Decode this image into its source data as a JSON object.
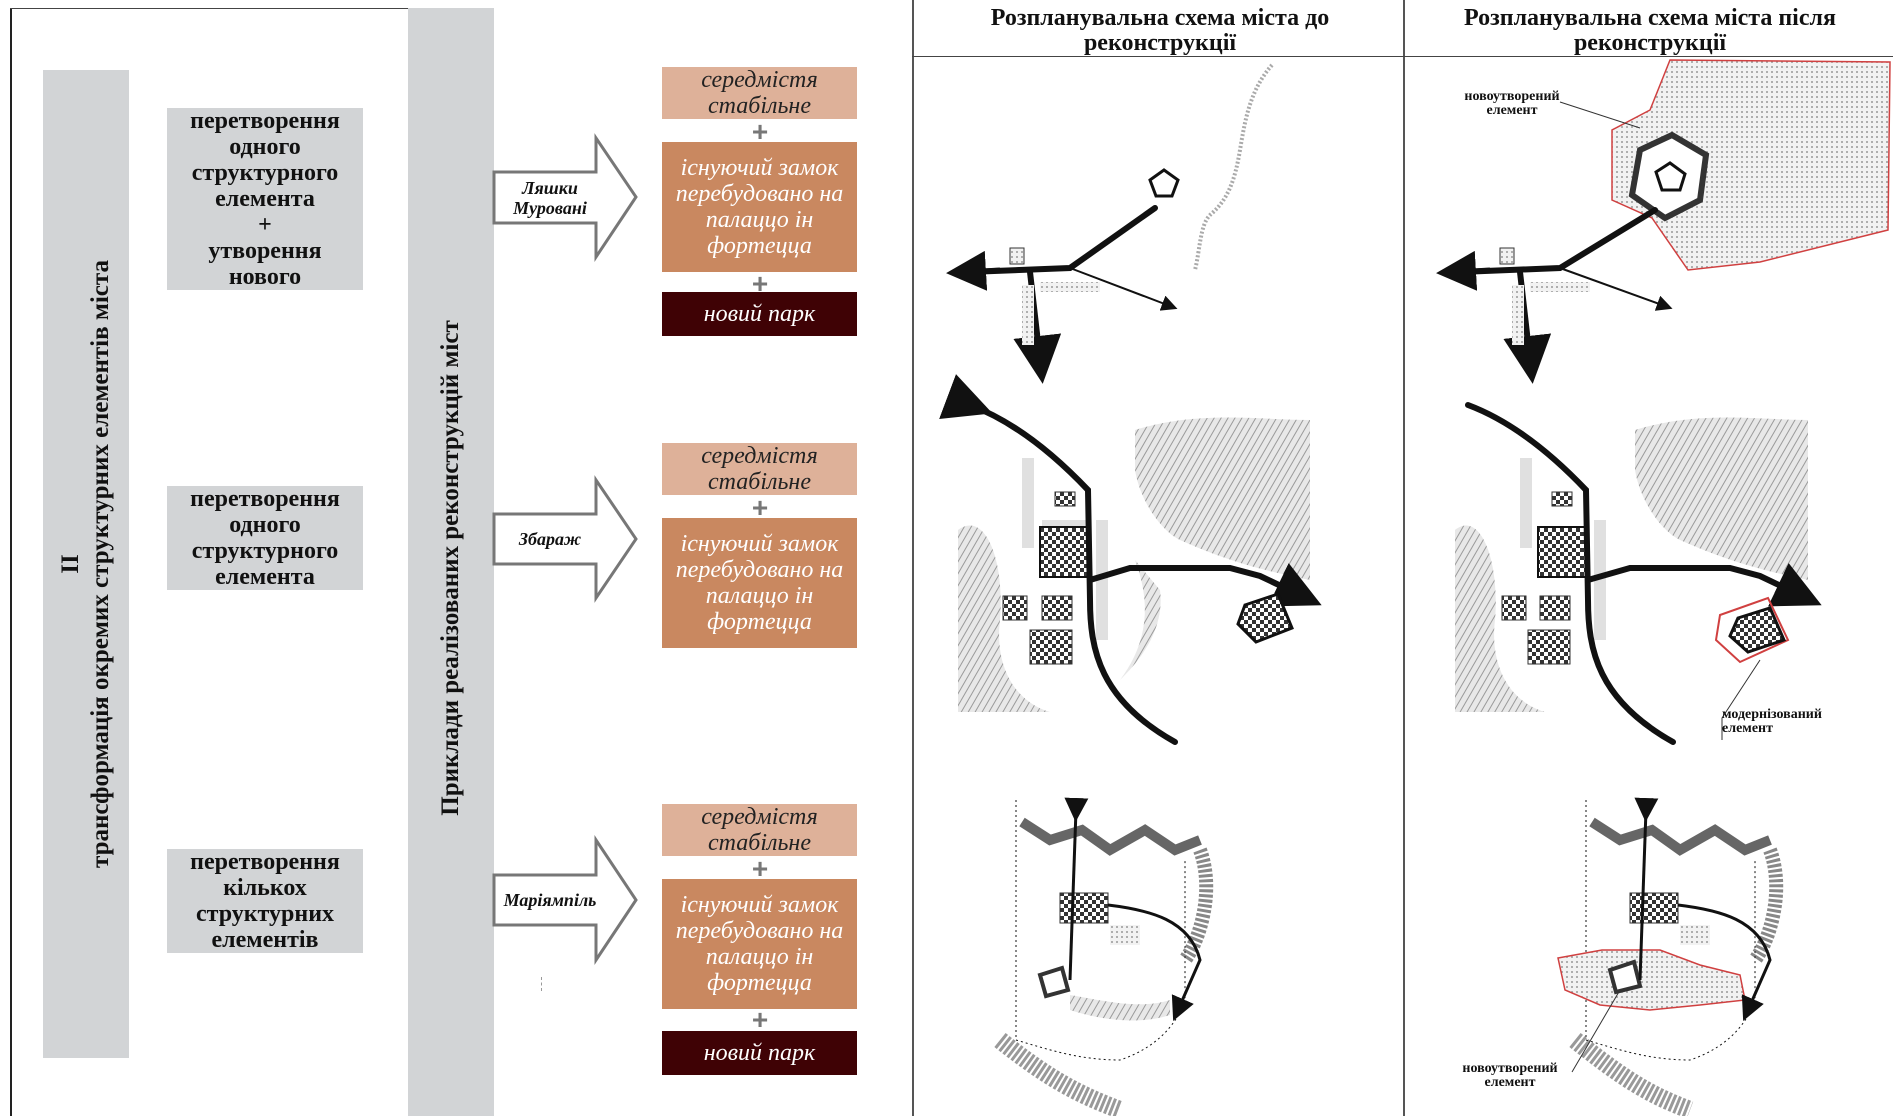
{
  "left_band": {
    "numeral": "II",
    "title": "трансформація окремих структурних елементів міста"
  },
  "middle_band": {
    "title": "Приклади реалізованих реконструкцій міст"
  },
  "types": [
    {
      "lines": [
        "перетворення",
        "одного",
        "структурного",
        "елемента",
        "+",
        "утворення",
        "нового"
      ]
    },
    {
      "lines": [
        "перетворення",
        "одного",
        "структурного",
        "елемента"
      ]
    },
    {
      "lines": [
        "перетворення",
        "кількох",
        "структурних",
        "елементів"
      ]
    }
  ],
  "examples": [
    {
      "city": "Ляшки Муровані",
      "stable": "середмістя стабільне",
      "castle": "існуючий замок перебудовано на палаццо ін фортецца",
      "park": "новий парк"
    },
    {
      "city": "Збараж",
      "stable": "середмістя стабільне",
      "castle": "існуючий замок перебудовано на палаццо ін фортецца"
    },
    {
      "city": "Маріямпіль",
      "stable": "середмістя стабільне",
      "castle": "існуючий замок перебудовано на палаццо ін фортецца",
      "park": "новий парк"
    }
  ],
  "plus_sign": "+",
  "columns": {
    "before": "Розпланувальна схема міста до реконструкції",
    "after": "Розпланувальна схема міста після реконструкції"
  },
  "annotations": {
    "new_element_1": "новоутворений елемент",
    "modernized": "модернізований елемент",
    "new_element_2": "новоутворений елемент"
  },
  "colors": {
    "band": "#d2d4d6",
    "stable": "#deb199",
    "castle": "#c98860",
    "park": "#3f0205",
    "accent": "#cc2222"
  }
}
